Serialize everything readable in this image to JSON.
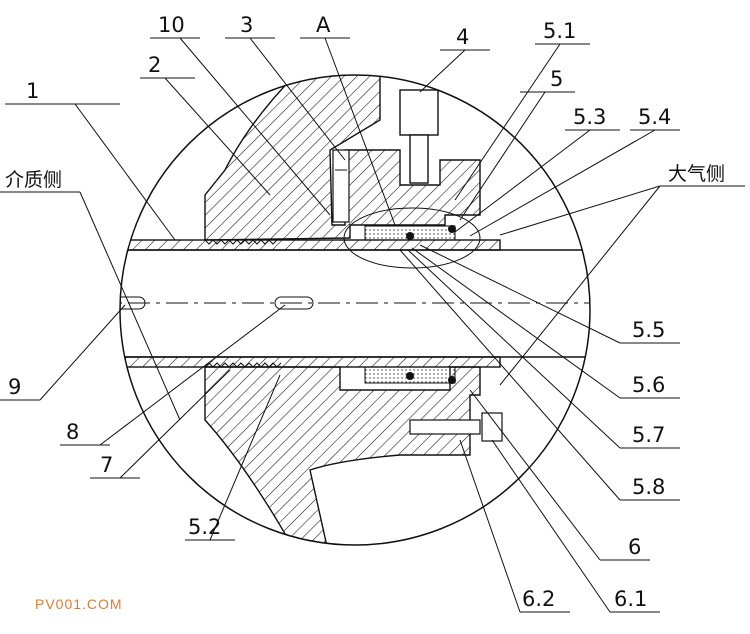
{
  "labels": {
    "l1": "1",
    "l2": "2",
    "l10": "10",
    "l3": "3",
    "lA": "A",
    "l4": "4",
    "l5_1": "5.1",
    "l5": "5",
    "l5_3": "5.3",
    "l5_4": "5.4",
    "l9": "9",
    "l8": "8",
    "l7": "7",
    "l5_2": "5.2",
    "l5_5": "5.5",
    "l5_6": "5.6",
    "l5_7": "5.7",
    "l5_8": "5.8",
    "l6": "6",
    "l6_2": "6.2",
    "l6_1": "6.1"
  },
  "side_labels": {
    "medium_side": "介质侧",
    "atmosphere_side": "大气侧"
  },
  "watermark": "PV001.COM"
}
